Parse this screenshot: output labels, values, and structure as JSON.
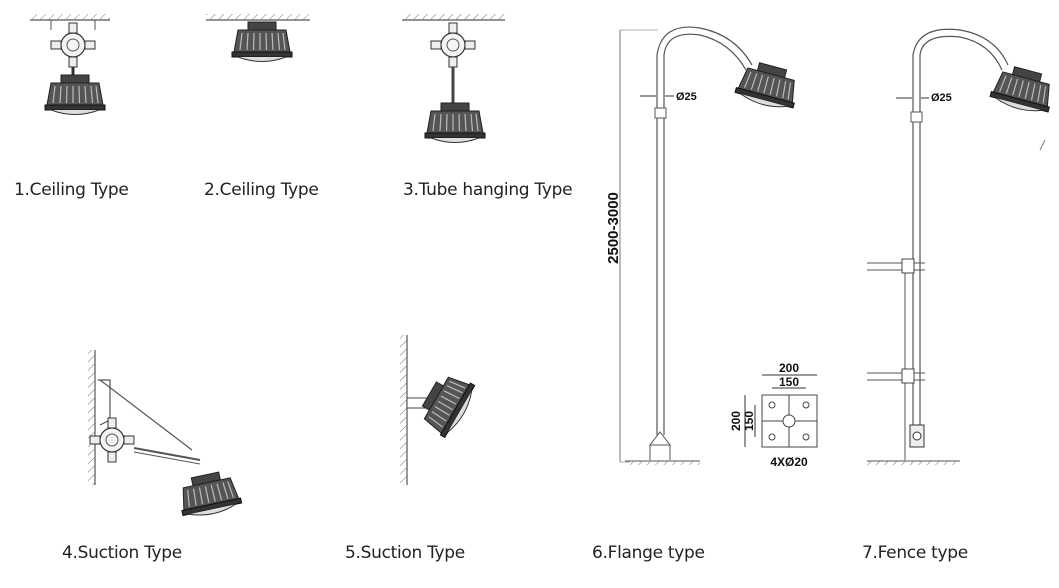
{
  "captions": {
    "c1": "1.Ceiling  Type",
    "c2": "2.Ceiling  Type",
    "c3": "3.Tube hanging Type",
    "c4": "4.Suction Type",
    "c5": "5.Suction Type",
    "c6": "6.Flange type",
    "c7": "7.Fence type"
  },
  "dimensions": {
    "height": "2500-3000",
    "tube_diameter": "Ø25",
    "tube_diameter_fence": "Ø25",
    "flange_outer_w": "200",
    "flange_inner_w": "150",
    "flange_outer_h": "200",
    "flange_inner_h": "150",
    "flange_holes": "4XØ20"
  }
}
